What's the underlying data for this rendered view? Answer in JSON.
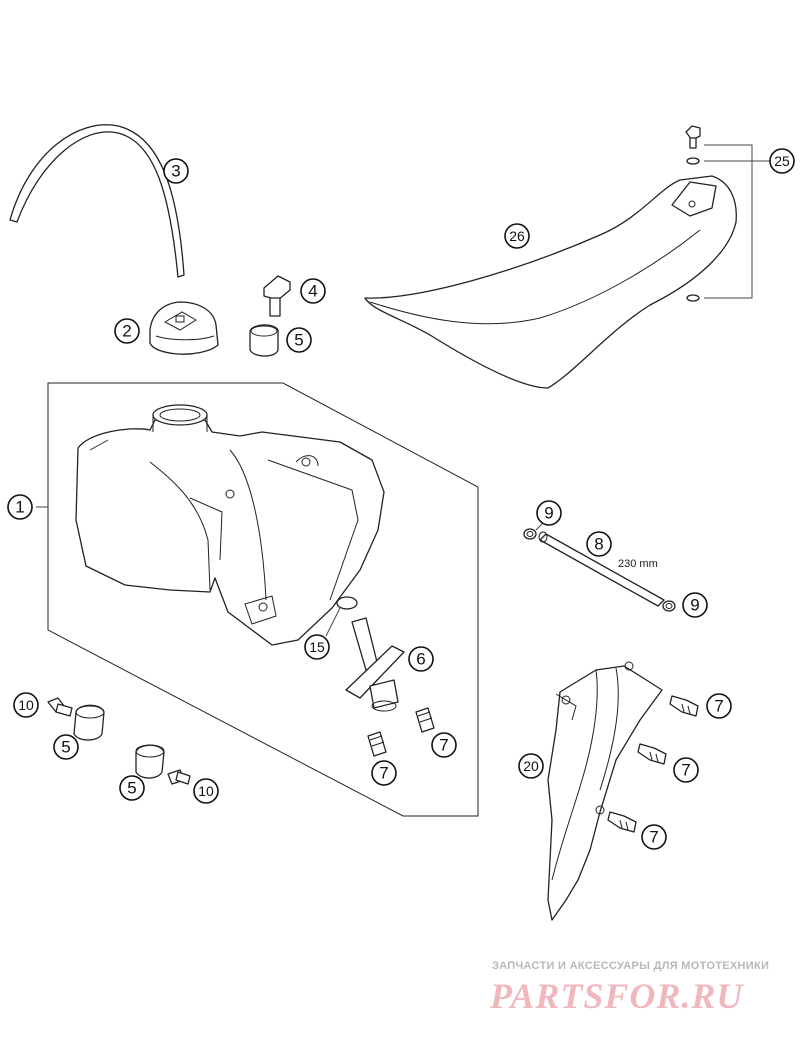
{
  "callouts": {
    "c1": "1",
    "c2": "2",
    "c3": "3",
    "c4": "4",
    "c5a": "5",
    "c5b": "5",
    "c5c": "5",
    "c6": "6",
    "c7a": "7",
    "c7b": "7",
    "c7c": "7",
    "c7d": "7",
    "c7e": "7",
    "c8": "8",
    "c9a": "9",
    "c9b": "9",
    "c10a": "10",
    "c10b": "10",
    "c15": "15",
    "c20": "20",
    "c25": "25",
    "c26": "26"
  },
  "dimension_label": "230 mm",
  "watermark": {
    "tagline": "ЗАПЧАСТИ И АКСЕССУАРЫ ДЛЯ МОТОТЕХНИКИ",
    "logo": "PARTSFOR.RU"
  }
}
